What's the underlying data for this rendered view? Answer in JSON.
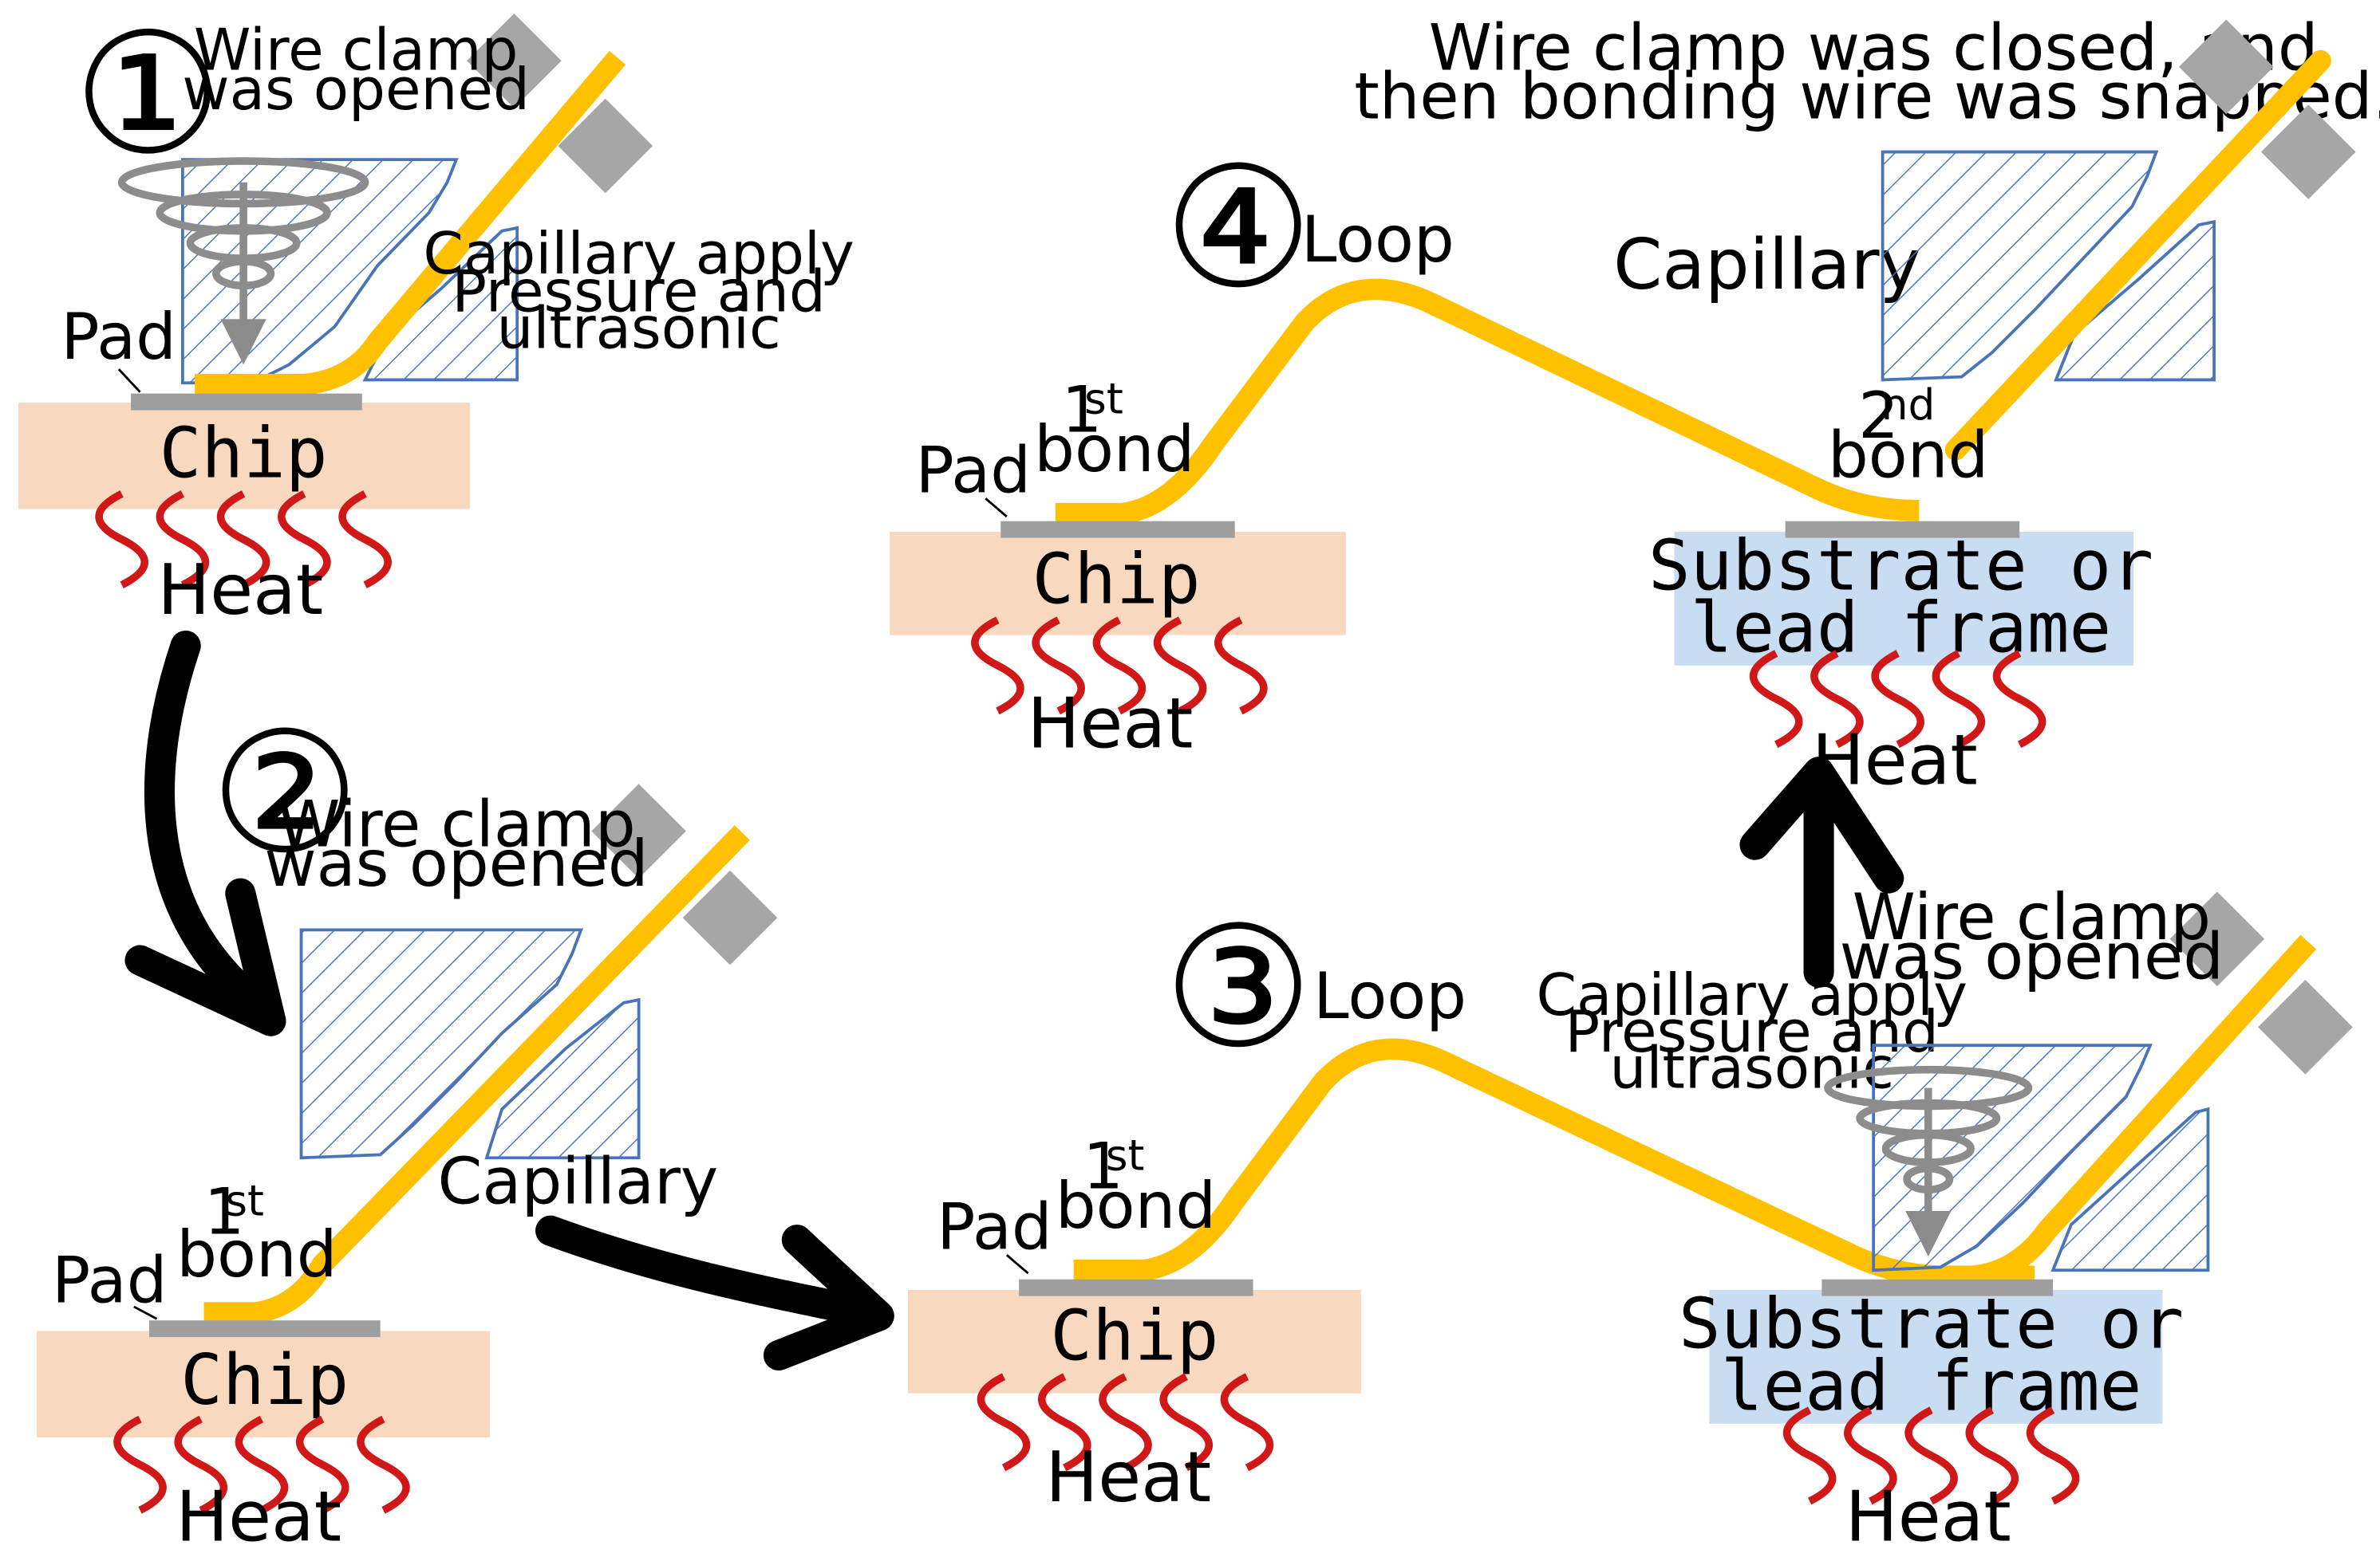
{
  "colors": {
    "wire": "#FFC000",
    "chip_fill": "#F8D9C0",
    "substrate_fill": "#C8DCF2",
    "pad": "#9E9E9E",
    "clamp": "#A6A6A6",
    "capillary_line": "#4A74B8",
    "heat": "#D01818",
    "arrow": "#000000",
    "ultrasonic": "#8C8C8C"
  },
  "icons": [
    "capillary-icon",
    "wire-clamp-icon",
    "heat-wave-icon",
    "ultrasonic-spiral-icon",
    "flow-arrow-icon"
  ],
  "steps": [
    {
      "number": "①",
      "clamp_label_line1": "Wire clamp",
      "clamp_label_line2": "was opened",
      "capillary_label_line1": "Capillary apply",
      "capillary_label_line2": "Pressure and",
      "capillary_label_line3": "ultrasonic",
      "pad_label": "Pad",
      "chip_label": "Chip",
      "heat_label": "Heat"
    },
    {
      "number": "②",
      "clamp_label_line1": "Wire clamp",
      "clamp_label_line2": "was opened",
      "capillary_label": "Capillary",
      "bond_label": "1",
      "bond_sup": "st",
      "bond_word": "bond",
      "pad_label": "Pad",
      "chip_label": "Chip",
      "heat_label": "Heat"
    },
    {
      "number": "③",
      "loop_label": "Loop",
      "bond_label": "1",
      "bond_sup": "st",
      "bond_word": "bond",
      "pad_label": "Pad",
      "chip_label": "Chip",
      "heat_label": "Heat",
      "clamp_label_line1": "Wire clamp",
      "clamp_label_line2": "was opened",
      "capillary_label_line1": "Capillary apply",
      "capillary_label_line2": "Pressure and",
      "capillary_label_line3": "ultrasonic",
      "substrate_label_line1": "Substrate or",
      "substrate_label_line2": "lead frame",
      "heat2_label": "Heat"
    },
    {
      "number": "④",
      "loop_label": "Loop",
      "bond_label": "1",
      "bond_sup": "st",
      "bond_word": "bond",
      "pad_label": "Pad",
      "chip_label": "Chip",
      "heat_label": "Heat",
      "clamp_label_line1": "Wire clamp was closed, and",
      "clamp_label_line2": "then bonding wire was snapped.",
      "capillary_label": "Capillary",
      "bond2_label": "2",
      "bond2_sup": "nd",
      "bond2_word": "bond",
      "substrate_label_line1": "Substrate or",
      "substrate_label_line2": "lead frame",
      "heat2_label": "Heat"
    }
  ]
}
